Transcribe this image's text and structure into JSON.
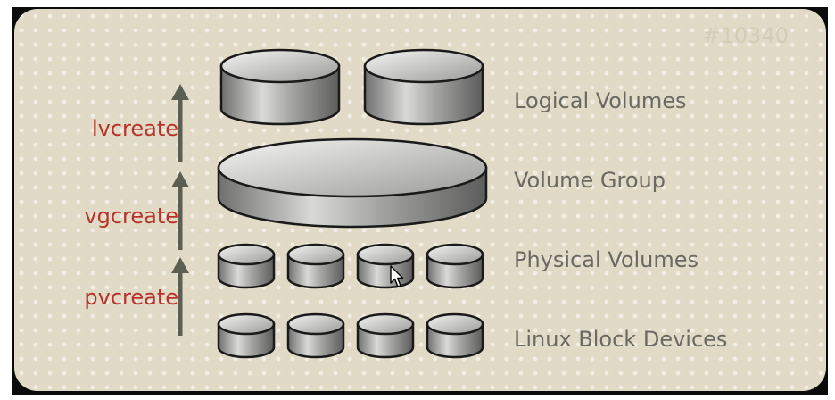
{
  "watermark": "#10340",
  "commands": {
    "lvcreate": "lvcreate",
    "vgcreate": "vgcreate",
    "pvcreate": "pvcreate"
  },
  "layers": {
    "logical_volumes": "Logical Volumes",
    "volume_group": "Volume Group",
    "physical_volumes": "Physical Volumes",
    "block_devices": "Linux Block Devices"
  },
  "colors": {
    "panel_bg": "#e1dac6",
    "command_text": "#b8322a",
    "label_text": "#6a6a62",
    "arrow": "#5c5e52",
    "disk_light": "#f2f2f0",
    "disk_dark": "#6f6f6f",
    "disk_outline": "#1a1a1a"
  },
  "icons": [
    "arrow-up-icon",
    "disk-icon",
    "mouse-pointer-icon"
  ]
}
